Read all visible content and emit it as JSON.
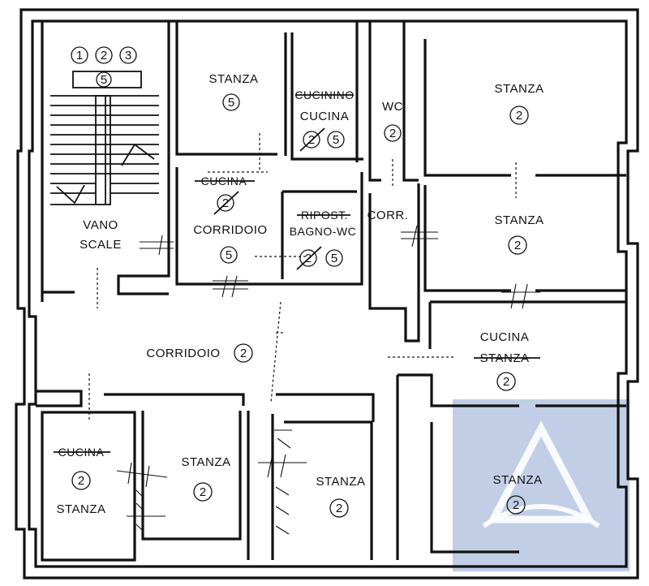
{
  "watermark": {
    "color": "#b7c6e0",
    "icon": "triangle-logo-icon"
  },
  "stair": {
    "labels": {
      "line1": "VANO",
      "line2": "SCALE"
    },
    "circle_codes": [
      "1",
      "2",
      "3"
    ],
    "code_below": "5"
  },
  "rooms": {
    "stanza_top_mid": {
      "label": "STANZA",
      "code": "5"
    },
    "cucina_top": {
      "old_label": "CUCININO",
      "label": "CUCINA",
      "old_code": "2",
      "code": "5"
    },
    "wc": {
      "label": "WC",
      "code": "2"
    },
    "stanza_top_right": {
      "label": "STANZA",
      "code": "2"
    },
    "corridoio_upper": {
      "old_label": "CUCINA",
      "old_code": "2",
      "label": "CORRIDOIO",
      "code": "5"
    },
    "ripost": {
      "old_label": "RIPOST.",
      "label": "BAGNO-WC",
      "old_code": "2",
      "code": "5"
    },
    "corr": {
      "label": "CORR."
    },
    "stanza_right_mid": {
      "label": "STANZA",
      "code": "2"
    },
    "corridoio_main": {
      "label": "CORRIDOIO",
      "code": "2"
    },
    "cucina_right": {
      "label": "CUCINA",
      "old_label": "STANZA",
      "code": "2"
    },
    "stanza_bottom_left": {
      "old_label": "CUCINA",
      "code": "2",
      "label": "STANZA"
    },
    "stanza_bottom_2": {
      "label": "STANZA",
      "code": "2"
    },
    "stanza_bottom_3": {
      "label": "STANZA",
      "code": "2"
    },
    "stanza_bottom_right": {
      "label": "STANZA",
      "code": "2"
    }
  }
}
